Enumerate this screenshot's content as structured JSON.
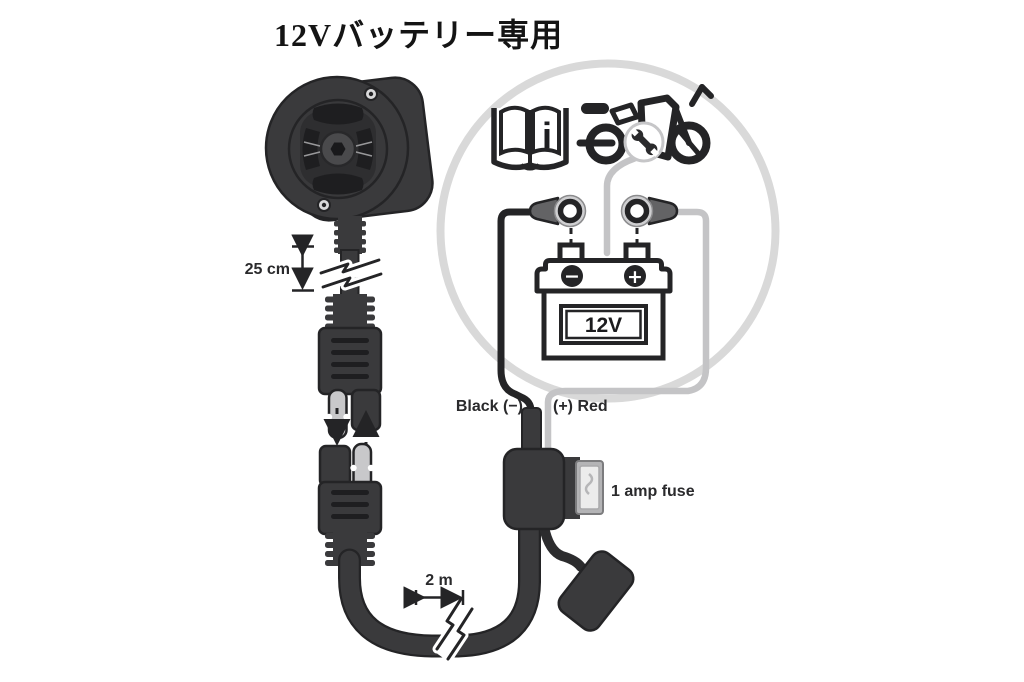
{
  "title": "12Vバッテリー専用",
  "diagram": {
    "cable_length_upper": "25 cm",
    "cable_length_lower": "2 m",
    "wire_negative_label": "Black (−)",
    "wire_positive_label": "(+) Red",
    "fuse_label": "1 amp fuse",
    "battery": {
      "voltage": "12V",
      "negative_symbol": "−",
      "positive_symbol": "+"
    },
    "manual_symbol": "i",
    "icons": {
      "mount": "handlebar-mount-icon",
      "break_upper": "cable-break-icon",
      "break_lower": "cable-break-icon",
      "connector_upper": "sae-connector-icon",
      "connector_lower": "sae-connector-icon",
      "manual": "instruction-manual-icon",
      "motorcycle": "motorcycle-icon",
      "wrench": "wrench-icon",
      "battery": "battery-icon",
      "ring_terminals": "ring-terminal-icon",
      "fuse_holder": "fuse-holder-icon",
      "weather_cap": "weather-cap-icon"
    },
    "colors": {
      "component_dark": "#3a3a3c",
      "outline": "#242426",
      "positive_wire_gray": "#c4c4c6",
      "guide_circle_gray": "#d9d9d9",
      "fuse_housing_gray": "#b4b4b6",
      "fuse_element_light": "#ececec",
      "connector_pin_gray": "#c8c8ca",
      "terminal_crimp_gray": "#636365"
    }
  }
}
